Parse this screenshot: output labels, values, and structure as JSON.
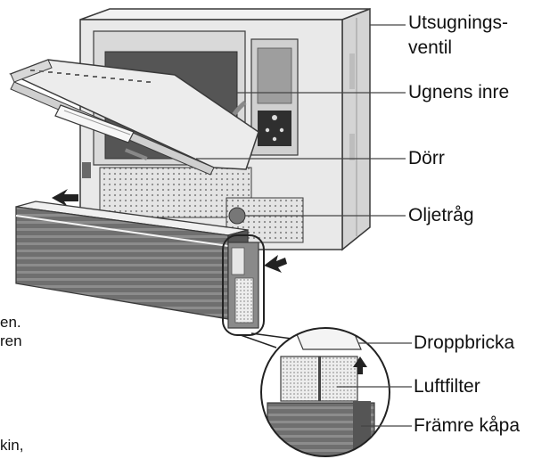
{
  "labels": {
    "exhaust_valve_line1": "Utsugnings-",
    "exhaust_valve_line2": "ventil",
    "oven_interior": "Ugnens inre",
    "door": "Dörr",
    "oil_tray": "Oljetråg",
    "drip_tray": "Droppbricka",
    "air_filter": "Luftfilter",
    "front_cover": "Främre kåpa"
  },
  "text_fragments": {
    "line1": "en.",
    "line2": "ren",
    "line3": "kin,"
  },
  "colors": {
    "outline": "#3a3a3a",
    "cabinet": "#e9e9e9",
    "cabinet_shade": "#d2d2d2",
    "cover_dark": "#6a6a6a",
    "leader": "#444444"
  }
}
